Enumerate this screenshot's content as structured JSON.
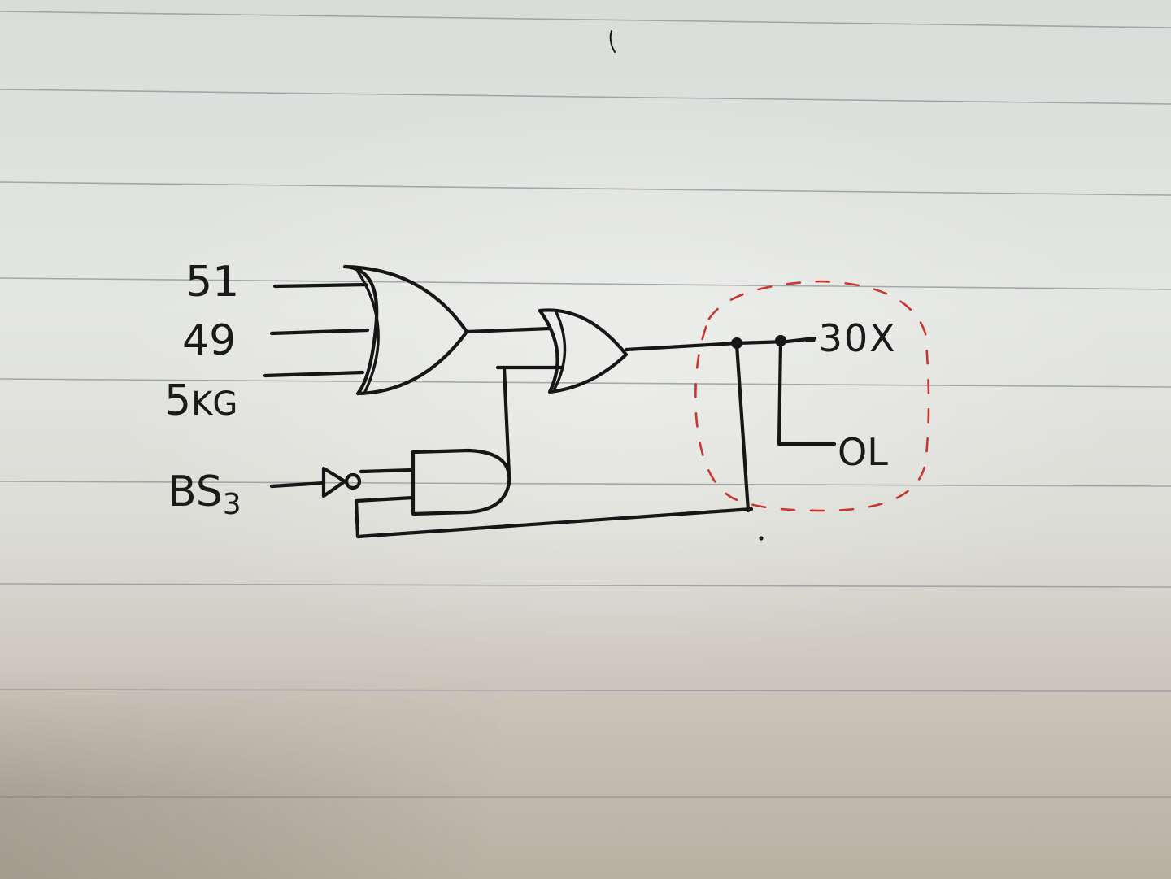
{
  "labels": {
    "input_a": "51",
    "input_b": "49",
    "input_c": "5",
    "input_c_tail": "KG",
    "input_d": "BS",
    "input_d_subscript": "3",
    "output_top": "-30X",
    "output_bottom": "OL"
  },
  "colors": {
    "ink": "#161616",
    "highlight": "#c8362f",
    "ruled_line": "#8f9496"
  }
}
